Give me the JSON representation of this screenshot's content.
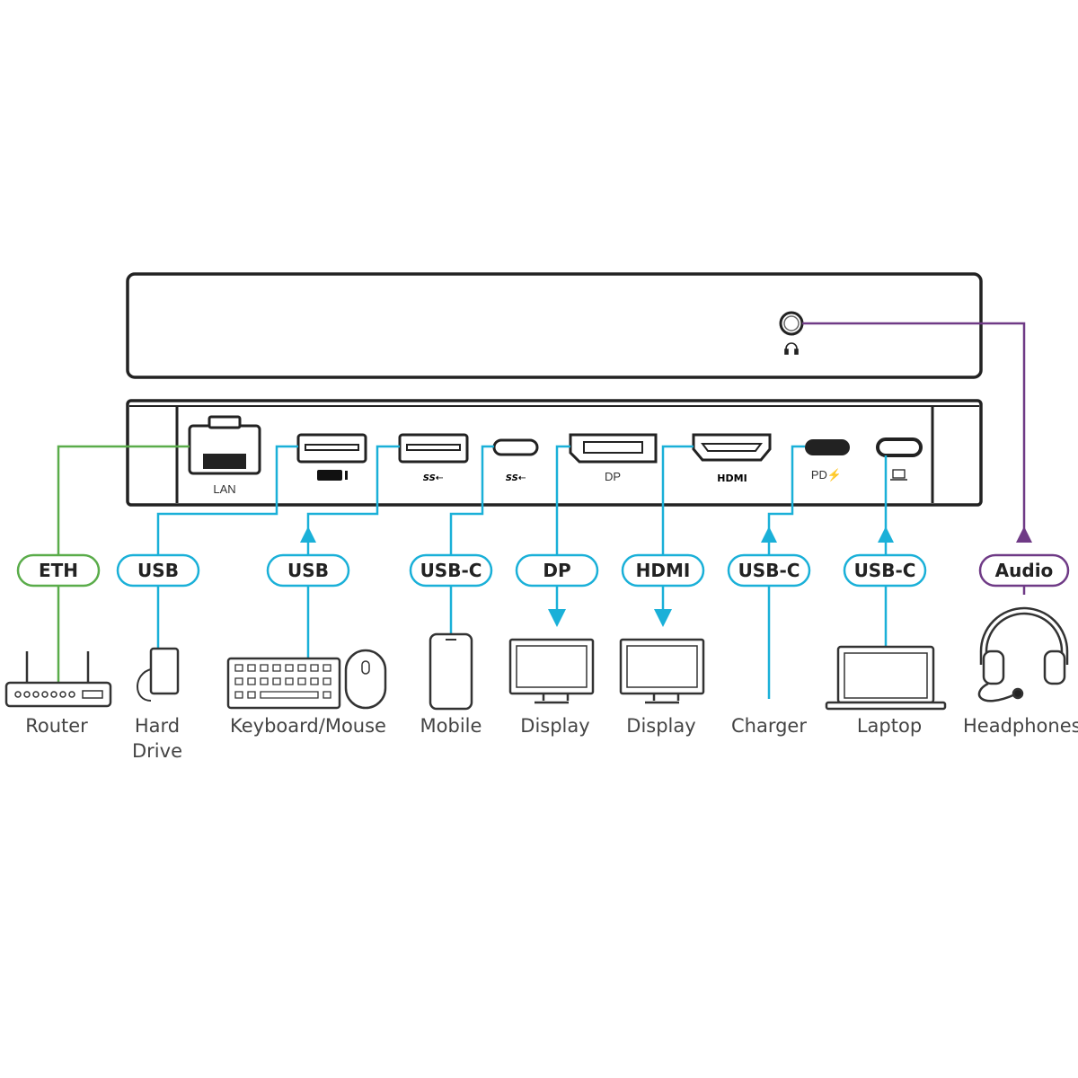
{
  "colors": {
    "usb_line": "#1ab0d8",
    "eth_line": "#5aac4a",
    "audio_line": "#6f3a86"
  },
  "ports": {
    "lan": "LAN",
    "dp": "DP",
    "hdmi": "HDMI",
    "pd": "PD⚡"
  },
  "pills": {
    "eth": "ETH",
    "usb1": "USB",
    "usb2": "USB",
    "usbc1": "USB-C",
    "dp": "DP",
    "hdmi": "HDMI",
    "usbc2": "USB-C",
    "usbc3": "USB-C",
    "audio": "Audio"
  },
  "devices": {
    "router": "Router",
    "hard_drive_1": "Hard",
    "hard_drive_2": "Drive",
    "keyboard_mouse": "Keyboard/Mouse",
    "mobile": "Mobile",
    "display1": "Display",
    "display2": "Display",
    "charger": "Charger",
    "laptop": "Laptop",
    "headphones": "Headphones"
  }
}
